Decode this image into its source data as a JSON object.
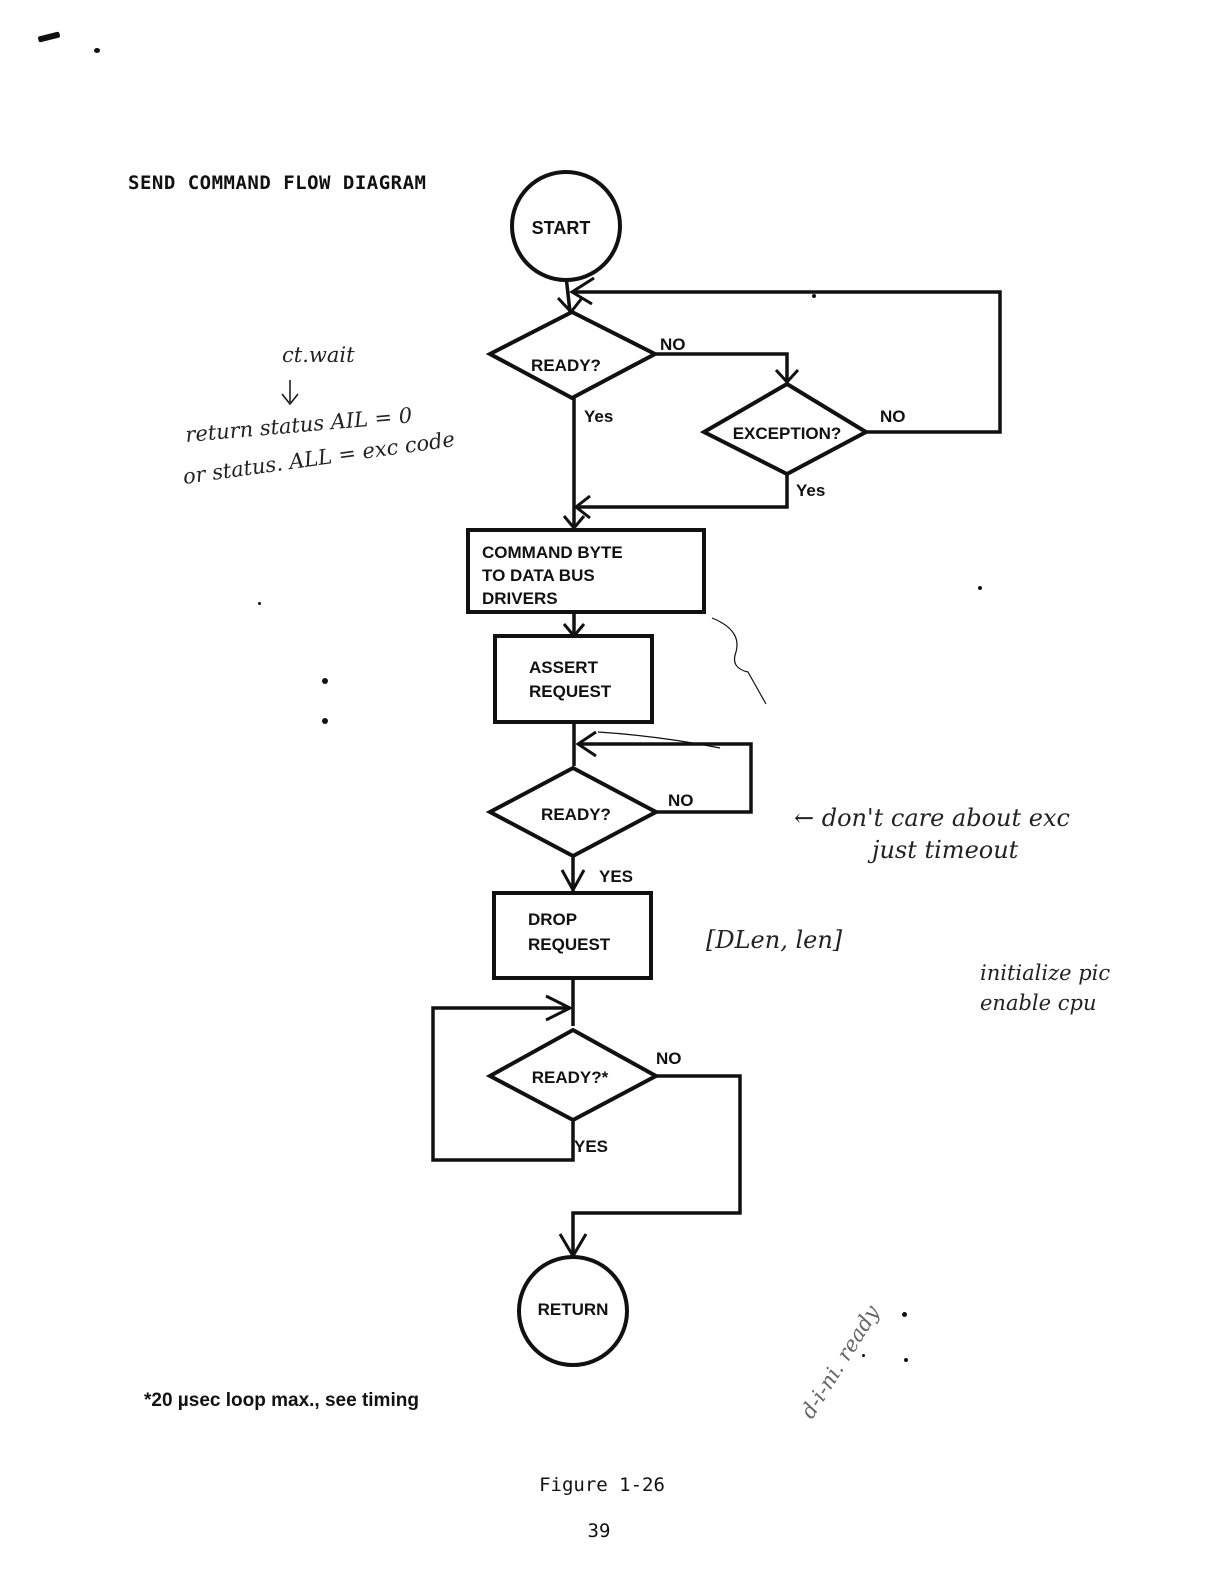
{
  "page": {
    "title": "SEND COMMAND FLOW DIAGRAM",
    "figure_caption": "Figure 1-26",
    "page_number": "39",
    "footnote": "*20 µsec loop max., see timing"
  },
  "nodes": {
    "start": "START",
    "ready_1": "READY?",
    "exception": "EXCEPTION?",
    "command_byte": [
      "COMMAND BYTE",
      "TO DATA BUS",
      "DRIVERS"
    ],
    "assert_request": [
      "ASSERT",
      "REQUEST"
    ],
    "ready_2": "READY?",
    "drop_request": [
      "DROP",
      "REQUEST"
    ],
    "ready_3": "READY?*",
    "return": "RETURN"
  },
  "edge_labels": {
    "ready_1_no": "NO",
    "ready_1_yes": "Yes",
    "exception_no": "NO",
    "exception_yes": "Yes",
    "ready_2_no": "NO",
    "ready_2_yes": "YES",
    "ready_3_no": "NO",
    "ready_3_yes": "YES"
  },
  "handwritten_notes": {
    "ct_wait": "ct.wait",
    "return_line_1": "return  status AIL = 0",
    "return_line_2": "or  status. ALL = exc code",
    "dont_care_1": "← don't care about exc",
    "dont_care_2": "just  timeout",
    "dlen": "[DLen, len]",
    "initialize_1": "initialize pic",
    "initialize_2": "enable  cpu",
    "ready_diag": "d-i-ni. ready"
  }
}
